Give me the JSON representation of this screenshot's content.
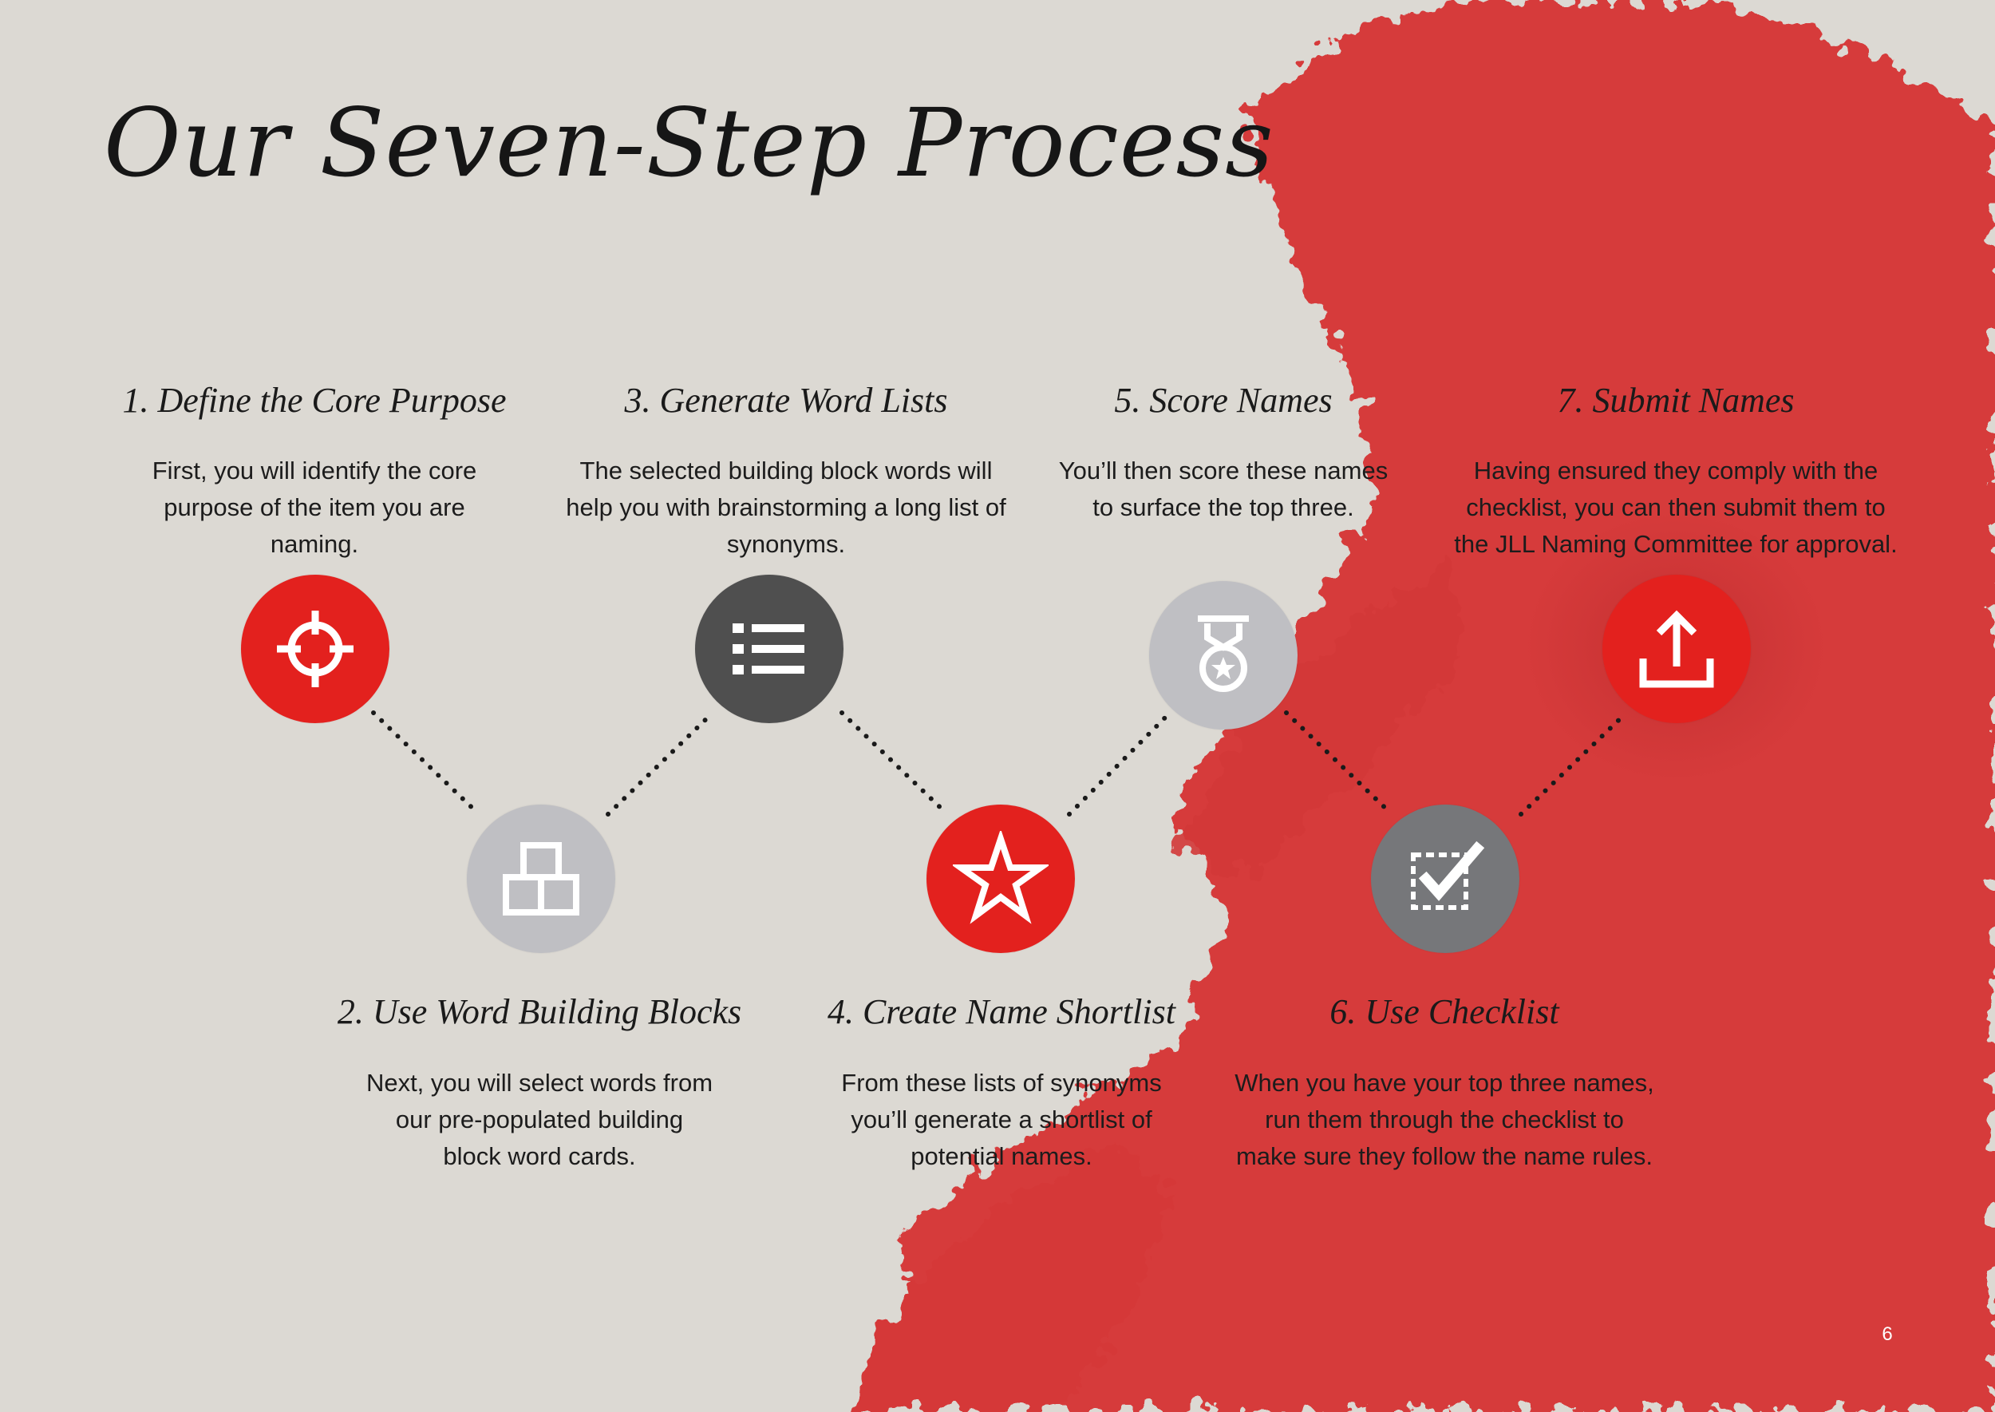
{
  "title": "Our Seven-Step Process",
  "page_number": "6",
  "colors": {
    "background": "#dcd9d3",
    "brush_red": "#d63a3a",
    "icon_red": "#e3211e",
    "icon_dark_gray": "#4f4f4f",
    "icon_light_gray": "#bfbfc3",
    "icon_mid_gray": "#76777a",
    "connector": "#1a1a1a"
  },
  "steps": [
    {
      "heading": "1. Define the Core Purpose",
      "description": [
        "First, you will identify the core",
        "purpose of the item you are",
        "naming."
      ],
      "icon": "crosshair-icon",
      "icon_color": "#e3211e"
    },
    {
      "heading": "2. Use Word Building Blocks",
      "description": [
        "Next, you will select words from",
        "our pre-populated building",
        "block word cards."
      ],
      "icon": "building-blocks-icon",
      "icon_color": "#bfbfc3"
    },
    {
      "heading": "3. Generate Word Lists",
      "description": [
        "The selected building block words will",
        "help you with brainstorming a long list of",
        "synonyms."
      ],
      "icon": "list-icon",
      "icon_color": "#4f4f4f"
    },
    {
      "heading": "4. Create Name Shortlist",
      "description": [
        "From these lists of synonyms",
        "you’ll generate a shortlist of",
        "potential names."
      ],
      "icon": "star-icon",
      "icon_color": "#e3211e"
    },
    {
      "heading": "5. Score Names",
      "description": [
        "You’ll then score these names",
        "to surface the top three."
      ],
      "icon": "medal-icon",
      "icon_color": "#bfbfc3"
    },
    {
      "heading": "6. Use Checklist",
      "description": [
        "When you have your top three names,",
        "run them through the checklist to",
        "make sure they follow the name rules."
      ],
      "icon": "checkbox-icon",
      "icon_color": "#76777a"
    },
    {
      "heading": "7. Submit Names",
      "description": [
        "Having ensured they comply with the",
        "checklist, you can then submit them to",
        "the JLL Naming Committee for approval."
      ],
      "icon": "upload-icon",
      "icon_color": "#e3211e"
    }
  ]
}
